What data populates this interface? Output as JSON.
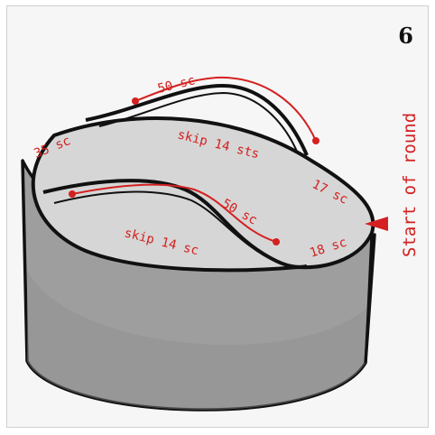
{
  "step_number": "6",
  "labels": {
    "handle_top": "50 sc",
    "left_end": "35 sc",
    "skip_back": "skip 14 sts",
    "right_upper": "17 sc",
    "inner_handle": "50 sc",
    "skip_front": "skip 14 sc",
    "right_lower": "18 sc",
    "start_of_round": "Start of round"
  },
  "colors": {
    "accent": "#d42020",
    "basket_side": "#9e9e9e",
    "basket_inside": "#d6d6d6",
    "outline": "#111111"
  }
}
